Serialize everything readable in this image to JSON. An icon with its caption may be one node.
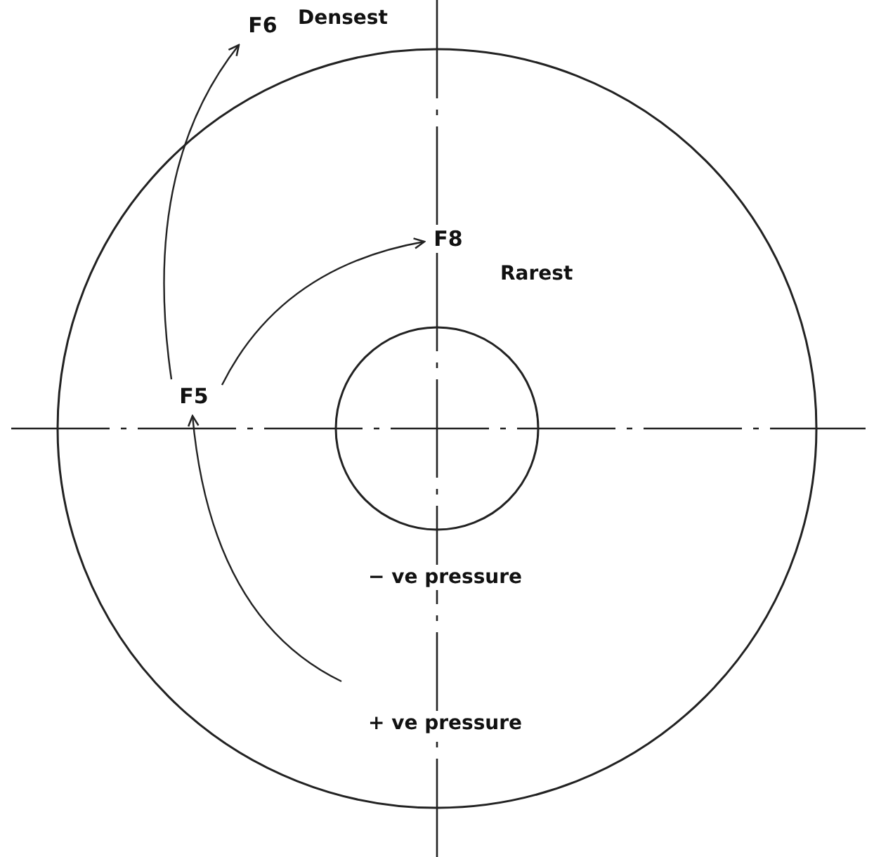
{
  "diagram": {
    "nodes": [
      {
        "text": [],
        "shape": "circle"
      },
      {
        "text": [
          "F6"
        ]
      },
      {
        "text": [
          "F8"
        ],
        "in": 0
      },
      {
        "text": [
          "F5"
        ],
        "in": 0
      },
      {
        "text": [],
        "shape": "circle",
        "in": 0
      }
    ],
    "edges": [
      {
        "from": 3,
        "to": 1,
        "arrow": "to"
      },
      {
        "from": 3,
        "to": 2,
        "arrow": "to"
      },
      {
        "from": null,
        "to": 3,
        "arrow": "to"
      }
    ],
    "labels": [
      "Densest",
      "Rarest",
      "− ve pressure",
      "+ ve pressure"
    ]
  }
}
